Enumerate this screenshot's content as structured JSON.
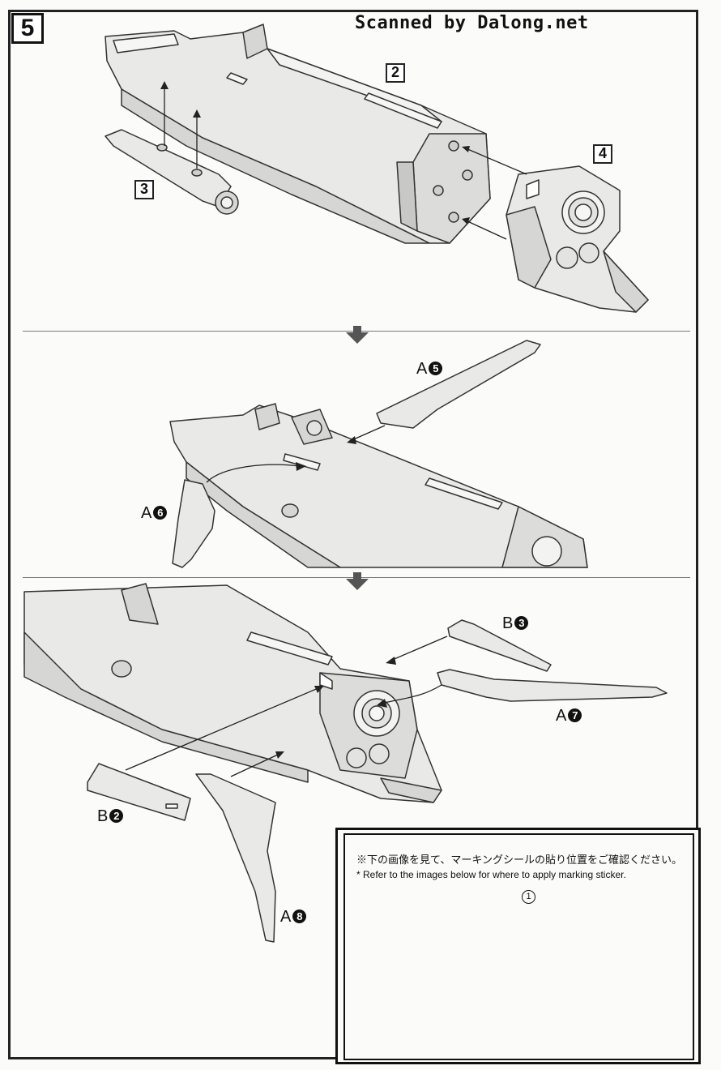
{
  "header": {
    "step_number": "5",
    "scan_credit": "Scanned by Dalong.net"
  },
  "parts": {
    "part_2": "2",
    "part_3": "3",
    "part_4": "4",
    "a5": {
      "letter": "A",
      "num": "5"
    },
    "a6": {
      "letter": "A",
      "num": "6"
    },
    "b3": {
      "letter": "B",
      "num": "3"
    },
    "a7": {
      "letter": "A",
      "num": "7"
    },
    "b2": {
      "letter": "B",
      "num": "2"
    },
    "a8": {
      "letter": "A",
      "num": "8"
    }
  },
  "inset": {
    "note_jp": "※下の画像を見て、マーキングシールの貼り位置をご確認ください。",
    "note_en": "* Refer to the images below for where to apply marking sticker.",
    "sticker_number": "1"
  },
  "colors": {
    "line": "#333333",
    "fill_light": "#e9e9e7",
    "fill_mid": "#d6d6d4",
    "fill_dark": "#bdbdbb"
  }
}
